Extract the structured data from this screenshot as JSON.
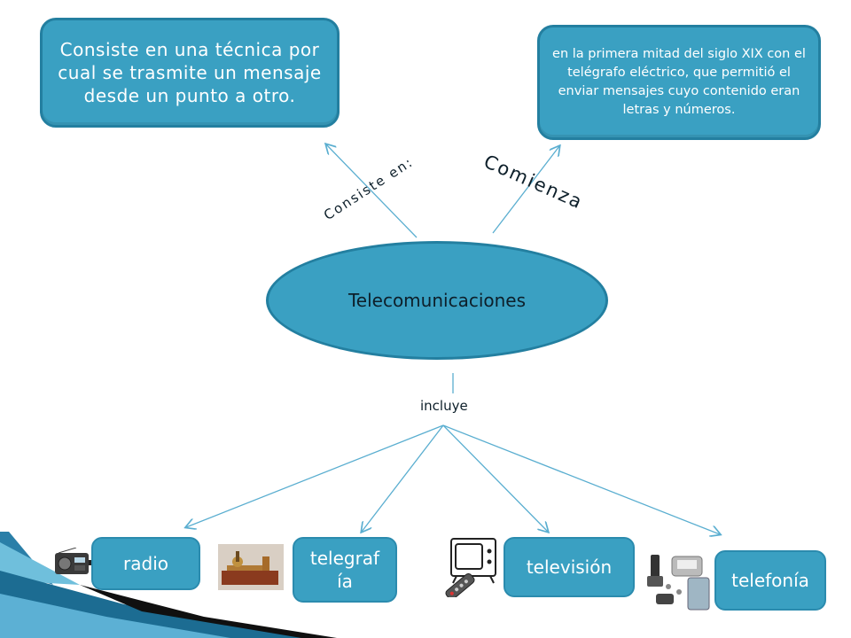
{
  "center": {
    "label": "Telecomunicaciones"
  },
  "definition": {
    "text": "Consiste en una técnica por cual se trasmite un mensaje desde un punto a otro."
  },
  "start": {
    "text": "en la primera mitad del siglo XIX con el telégrafo eléctrico, que permitió el enviar mensajes cuyo contenido eran letras y  números."
  },
  "connectors": {
    "consiste": "Consiste en:",
    "comienza": "Comienza",
    "incluye": "incluye"
  },
  "leaves": {
    "radio": "radio",
    "telegrafia": "telegraf ía",
    "television": "televisión",
    "telefonia": "telefonía"
  },
  "colors": {
    "node_fill": "#3aa0c2",
    "node_border": "#237fa0",
    "arrow": "#5aaed0"
  }
}
